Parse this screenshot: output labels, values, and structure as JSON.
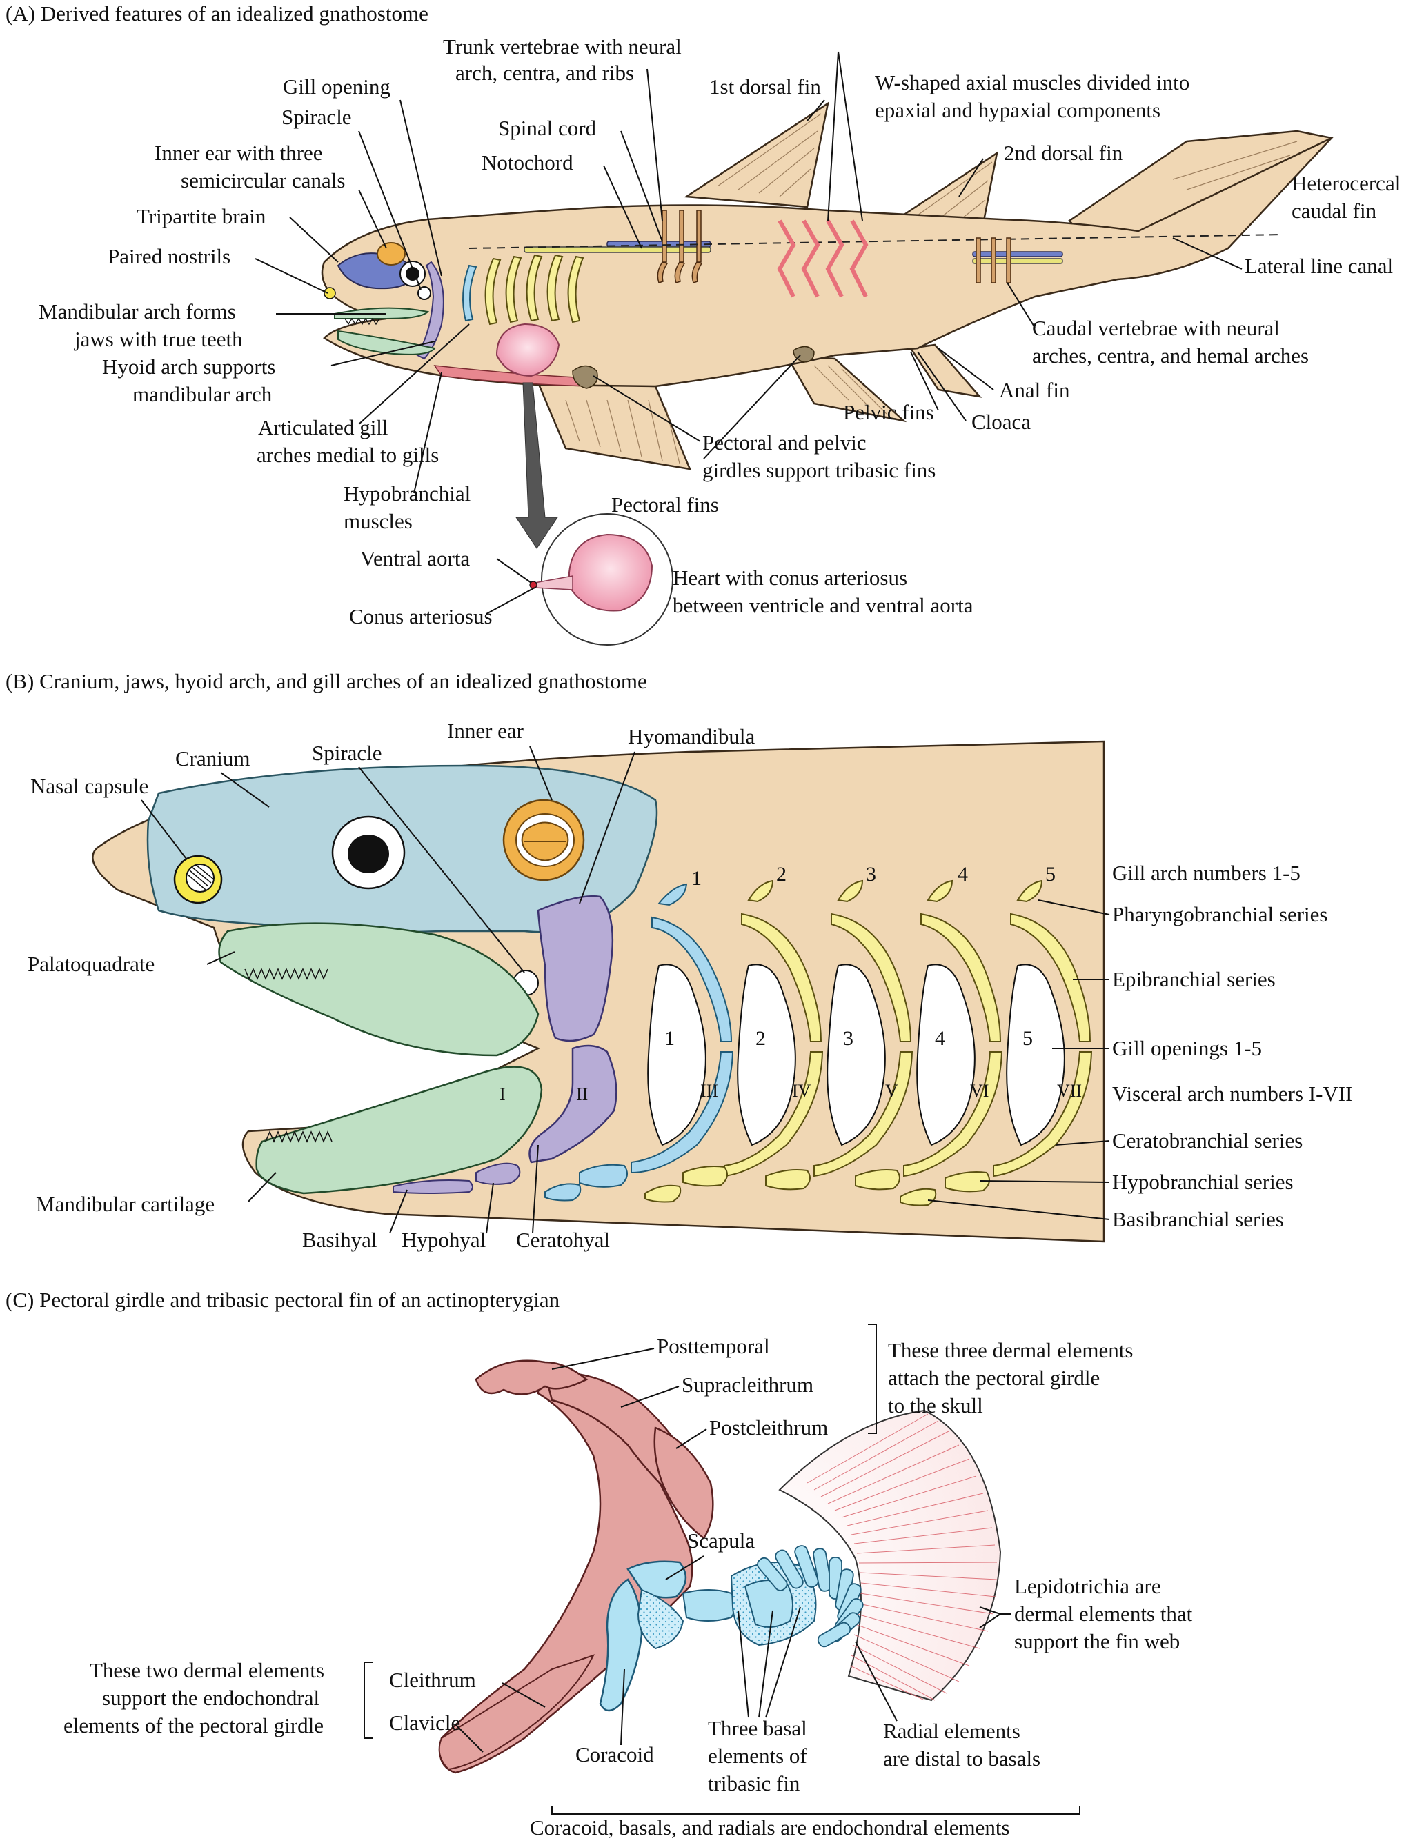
{
  "panel_a": {
    "title": "(A)  Derived features of an idealized gnathostome",
    "labels": {
      "trunk_vertebrae_1": "Trunk vertebrae with neural",
      "trunk_vertebrae_2": "arch, centra, and ribs",
      "first_dorsal": "1st dorsal fin",
      "w_muscles_1": "W-shaped axial muscles divided into",
      "w_muscles_2": "epaxial and hypaxial components",
      "gill_opening": "Gill opening",
      "spiracle": "Spiracle",
      "spinal_cord": "Spinal cord",
      "notochord": "Notochord",
      "inner_ear_1": "Inner ear with three",
      "inner_ear_2": "semicircular canals",
      "second_dorsal": "2nd dorsal fin",
      "heterocercal_1": "Heterocercal",
      "heterocercal_2": "caudal fin",
      "tripartite_brain": "Tripartite brain",
      "paired_nostrils": "Paired nostrils",
      "lateral_line": "Lateral line canal",
      "mandibular_1": "Mandibular arch forms",
      "mandibular_2": "jaws with true teeth",
      "caudal_vert_1": "Caudal vertebrae with neural",
      "caudal_vert_2": "arches, centra, and hemal arches",
      "hyoid_1": "Hyoid arch supports",
      "hyoid_2": "mandibular arch",
      "anal_fin": "Anal fin",
      "articulated_1": "Articulated gill",
      "articulated_2": "arches medial to gills",
      "pelvic_fins": "Pelvic fins",
      "cloaca": "Cloaca",
      "girdles_1": "Pectoral and pelvic",
      "girdles_2": "girdles support tribasic fins",
      "hypobranchial_1": "Hypobranchial",
      "hypobranchial_2": "muscles",
      "pectoral_fins": "Pectoral fins",
      "ventral_aorta": "Ventral aorta",
      "conus": "Conus arteriosus",
      "heart_1": "Heart with conus arteriosus",
      "heart_2": "between ventricle and ventral aorta"
    }
  },
  "panel_b": {
    "title": "(B)  Cranium, jaws, hyoid arch, and gill arches of an idealized gnathostome",
    "labels": {
      "inner_ear": "Inner ear",
      "hyomandibula": "Hyomandibula",
      "cranium": "Cranium",
      "spiracle": "Spiracle",
      "nasal_capsule": "Nasal capsule",
      "gill_arch_numbers": "Gill arch numbers 1-5",
      "pharyngobranchial": "Pharyngobranchial series",
      "palatoquadrate": "Palatoquadrate",
      "epibranchial": "Epibranchial series",
      "gill_openings": "Gill openings 1-5",
      "visceral_arch": "Visceral arch numbers I-VII",
      "ceratobranchial": "Ceratobranchial series",
      "hypobranchial": "Hypobranchial series",
      "mandibular_cartilage": "Mandibular cartilage",
      "basibranchial": "Basibranchial series",
      "basihyal": "Basihyal",
      "hypohyal": "Hypohyal",
      "ceratohyal": "Ceratohyal"
    },
    "arch_numbers": [
      "1",
      "2",
      "3",
      "4",
      "5"
    ],
    "opening_numbers": [
      "1",
      "2",
      "3",
      "4",
      "5"
    ],
    "roman": [
      "I",
      "II",
      "III",
      "IV",
      "V",
      "VI",
      "VII"
    ]
  },
  "panel_c": {
    "title": "(C)  Pectoral girdle and tribasic pectoral fin of an actinopterygian",
    "labels": {
      "posttemporal": "Posttemporal",
      "supracleithrum": "Supracleithrum",
      "postcleithrum": "Postcleithrum",
      "three_dermal_1": "These three dermal elements",
      "three_dermal_2": "attach the pectoral girdle",
      "three_dermal_3": "to the skull",
      "scapula": "Scapula",
      "lepido_1": "Lepidotrichia are",
      "lepido_2": "dermal elements that",
      "lepido_3": "support the fin web",
      "two_dermal_1": "These two dermal elements",
      "two_dermal_2": "support the endochondral",
      "two_dermal_3": "elements of the pectoral girdle",
      "cleithrum": "Cleithrum",
      "clavicle": "Clavicle",
      "coracoid": "Coracoid",
      "three_basal_1": "Three basal",
      "three_basal_2": "elements of",
      "three_basal_3": "tribasic fin",
      "radial_1": "Radial elements",
      "radial_2": "are distal to basals",
      "endochondral": "Coracoid, basals, and radials are endochondral elements"
    }
  },
  "colors": {
    "body": "#f0d7b4",
    "body_outline": "#3a2a1a",
    "cranium": "#b6d6df",
    "jaw": "#bfe0c4",
    "hyoid": "#b7acd6",
    "gill_arch": "#f7f09a",
    "gill_arch_first": "#a9d8ef",
    "dermal_bone": "#e3a3a0",
    "endochondral": "#b1e2f3",
    "muscle": "#e8707a",
    "heart": "#f5b3c3",
    "brain": "#6f7fc8",
    "ear_orange": "#f0b14a"
  }
}
